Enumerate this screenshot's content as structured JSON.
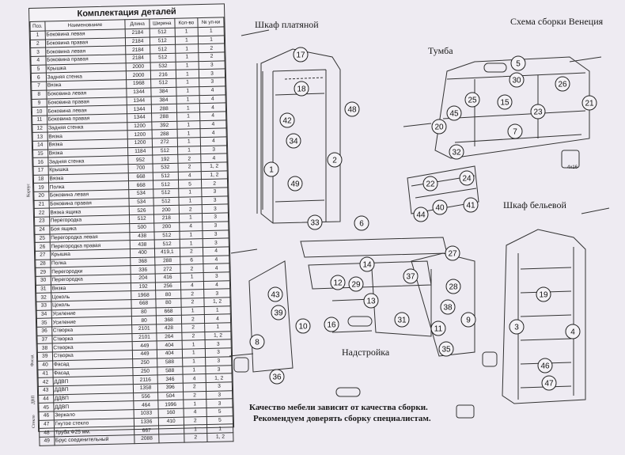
{
  "table": {
    "title": "Комплектация деталей",
    "headers": [
      "Поз.",
      "Наименование",
      "Длина",
      "Ширина",
      "Кол-во",
      "№ уп-ки"
    ],
    "groups": [
      "Корпус",
      "Фасад",
      "ДВП",
      "Стекло"
    ],
    "rows": [
      [
        "1",
        "Боковина левая",
        "2184",
        "512",
        "1",
        "1"
      ],
      [
        "2",
        "Боковина правая",
        "2184",
        "512",
        "1",
        "1"
      ],
      [
        "3",
        "Боковина левая",
        "2184",
        "512",
        "1",
        "2"
      ],
      [
        "4",
        "Боковина правая",
        "2184",
        "512",
        "1",
        "2"
      ],
      [
        "5",
        "Крышка",
        "2000",
        "532",
        "1",
        "3"
      ],
      [
        "6",
        "Задняя стенка",
        "2000",
        "216",
        "1",
        "3"
      ],
      [
        "7",
        "Вязка",
        "1968",
        "512",
        "1",
        "3"
      ],
      [
        "8",
        "Боковина левая",
        "1344",
        "384",
        "1",
        "4"
      ],
      [
        "9",
        "Боковина правая",
        "1344",
        "384",
        "1",
        "4"
      ],
      [
        "10",
        "Боковина левая",
        "1344",
        "288",
        "1",
        "4"
      ],
      [
        "11",
        "Боковина правая",
        "1344",
        "288",
        "1",
        "4"
      ],
      [
        "12",
        "Задняя стенка",
        "1200",
        "392",
        "1",
        "4"
      ],
      [
        "13",
        "Вязка",
        "1200",
        "288",
        "1",
        "4"
      ],
      [
        "14",
        "Вязка",
        "1200",
        "272",
        "1",
        "4"
      ],
      [
        "15",
        "Вязка",
        "1184",
        "512",
        "1",
        "3"
      ],
      [
        "16",
        "Задняя стенка",
        "952",
        "192",
        "2",
        "4"
      ],
      [
        "17",
        "Крышка",
        "700",
        "532",
        "2",
        "1, 2"
      ],
      [
        "18",
        "Вязка",
        "668",
        "512",
        "4",
        "1, 2"
      ],
      [
        "19",
        "Полка",
        "668",
        "512",
        "5",
        "2"
      ],
      [
        "20",
        "Боковина левая",
        "534",
        "512",
        "1",
        "3"
      ],
      [
        "21",
        "Боковина правая",
        "534",
        "512",
        "1",
        "3"
      ],
      [
        "22",
        "Вязка ящика",
        "526",
        "200",
        "2",
        "3"
      ],
      [
        "23",
        "Перегородка",
        "512",
        "218",
        "1",
        "3"
      ],
      [
        "24",
        "Боя ящика",
        "500",
        "200",
        "4",
        "3"
      ],
      [
        "25",
        "Перегородка левая",
        "438",
        "512",
        "1",
        "3"
      ],
      [
        "26",
        "Перегородка правая",
        "438",
        "512",
        "1",
        "3"
      ],
      [
        "27",
        "Крышка",
        "400",
        "419,1",
        "2",
        "4"
      ],
      [
        "28",
        "Полка",
        "368",
        "288",
        "6",
        "4"
      ],
      [
        "29",
        "Перегородки",
        "336",
        "272",
        "2",
        "4"
      ],
      [
        "30",
        "Перегородка",
        "204",
        "416",
        "1",
        "3"
      ],
      [
        "31",
        "Вязка",
        "192",
        "256",
        "4",
        "4"
      ],
      [
        "32",
        "Цоколь",
        "1968",
        "80",
        "2",
        "3"
      ],
      [
        "33",
        "Цоколь",
        "668",
        "80",
        "2",
        "1, 2"
      ],
      [
        "34",
        "Усиление",
        "80",
        "668",
        "1",
        "1"
      ],
      [
        "35",
        "Усиление",
        "80",
        "368",
        "2",
        "4"
      ],
      [
        "36",
        "Створка",
        "2101",
        "428",
        "2",
        "1"
      ],
      [
        "37",
        "Створка",
        "2101",
        "264",
        "2",
        "1, 2"
      ],
      [
        "38",
        "Створка",
        "449",
        "404",
        "1",
        "3"
      ],
      [
        "39",
        "Створка",
        "449",
        "404",
        "1",
        "3"
      ],
      [
        "40",
        "Фасад",
        "250",
        "588",
        "1",
        "3"
      ],
      [
        "41",
        "Фасад",
        "250",
        "588",
        "1",
        "3"
      ],
      [
        "42",
        "ДДВП",
        "2116",
        "346",
        "4",
        "1, 2"
      ],
      [
        "43",
        "ДДВП",
        "1358",
        "396",
        "2",
        "3"
      ],
      [
        "44",
        "ДДВП",
        "556",
        "504",
        "2",
        "3"
      ],
      [
        "45",
        "ДДВП",
        "464",
        "1996",
        "1",
        "3"
      ],
      [
        "46",
        "Зеркало",
        "1033",
        "160",
        "4",
        "5"
      ],
      [
        "47",
        "Гнутое стекло",
        "1336",
        "410",
        "2",
        "5"
      ],
      [
        "48",
        "Труба Ф25 мм.",
        "667",
        "",
        "1",
        "1"
      ],
      [
        "49",
        "Брус соединительный",
        "2088",
        "",
        "2",
        "1, 2"
      ]
    ]
  },
  "diagram": {
    "scheme_title": "Схема сборки Венеция",
    "wardrobe_title": "Шкаф платяной",
    "nightstand_title": "Тумба",
    "linen_title": "Шкаф бельевой",
    "superstructure_title": "Надстройка",
    "fastener_label": "4х16",
    "note_line1": "Качество мебели зависит от качества сборки.",
    "note_line2": "Рекомендуем доверять сборку специалистам.",
    "callouts": [
      "17",
      "18",
      "42",
      "34",
      "49",
      "48",
      "1",
      "2",
      "33",
      "5",
      "30",
      "26",
      "25",
      "15",
      "21",
      "45",
      "20",
      "23",
      "7",
      "32",
      "22",
      "24",
      "40",
      "41",
      "44",
      "6",
      "14",
      "27",
      "43",
      "12",
      "29",
      "28",
      "13",
      "10",
      "16",
      "8",
      "31",
      "11",
      "9",
      "35",
      "36",
      "37",
      "38",
      "39",
      "19",
      "3",
      "4",
      "47",
      "46"
    ]
  },
  "colors": {
    "paper": "#eeebf2",
    "ink": "#1a1a1a",
    "line": "#333333"
  }
}
